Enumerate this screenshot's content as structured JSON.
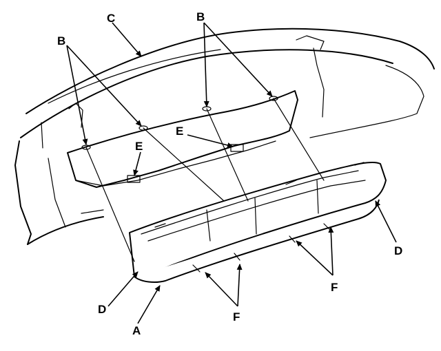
{
  "callouts": {
    "a": "A",
    "b1": "B",
    "b2": "B",
    "c": "C",
    "d1": "D",
    "d2": "D",
    "e1": "E",
    "e2": "E",
    "f1": "F",
    "f2": "F"
  },
  "colors": {
    "line": "#000000",
    "background": "#ffffff"
  }
}
